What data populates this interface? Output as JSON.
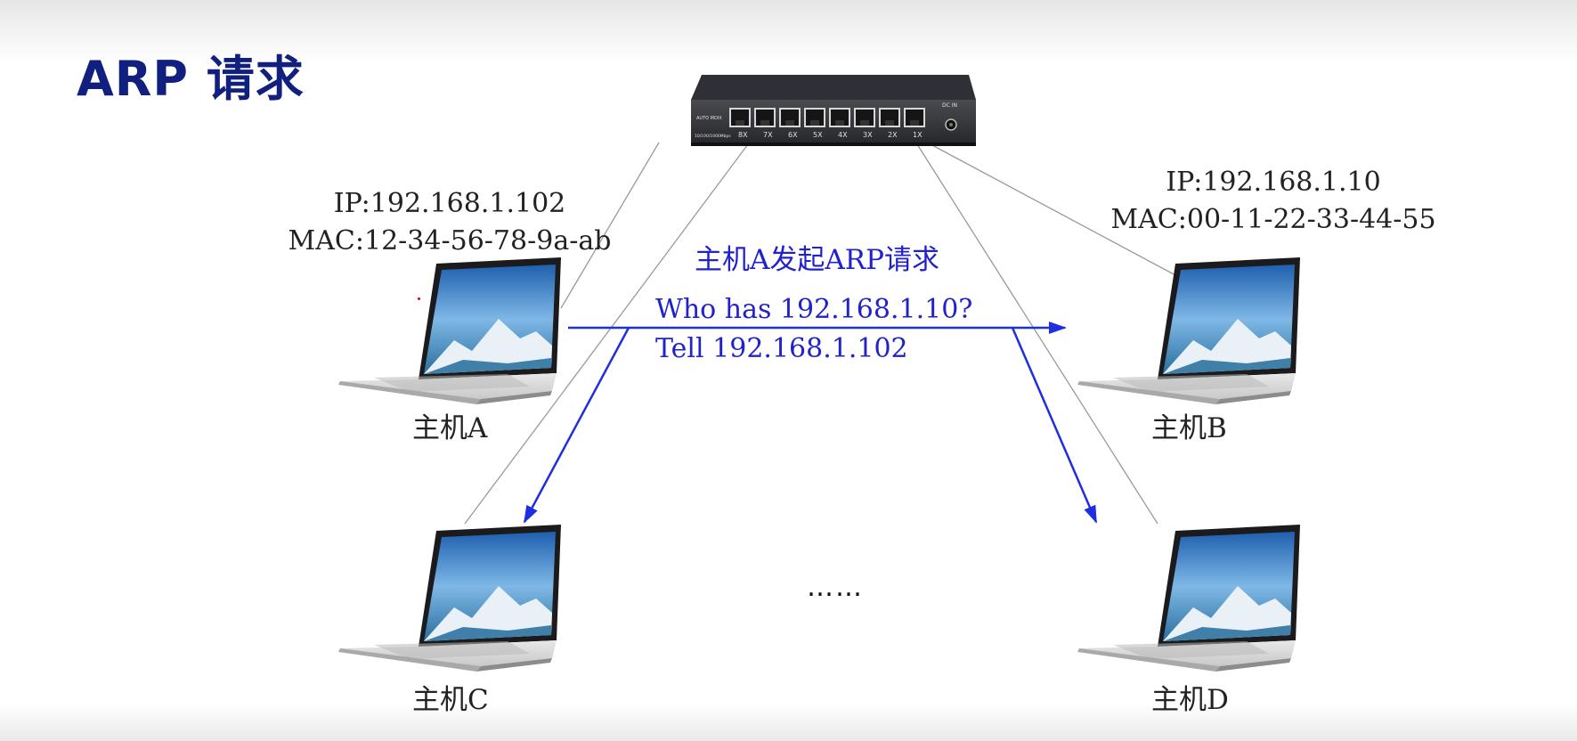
{
  "title": "ARP 请求",
  "switch": {
    "brand_text": "AUTO MDIX",
    "speed_text": "10/100/1000Mbps",
    "power_text": "DC IN",
    "ports": [
      "8X",
      "7X",
      "6X",
      "5X",
      "4X",
      "3X",
      "2X",
      "1X"
    ]
  },
  "hosts": {
    "a": {
      "label": "主机A",
      "ip": "IP:192.168.1.102",
      "mac": "MAC:12-34-56-78-9a-ab"
    },
    "b": {
      "label": "主机B",
      "ip": "IP:192.168.1.10",
      "mac": "MAC:00-11-22-33-44-55"
    },
    "c": {
      "label": "主机C"
    },
    "d": {
      "label": "主机D"
    }
  },
  "message": {
    "heading": "主机A发起ARP请求",
    "line1": "Who has 192.168.1.10?",
    "line2": "Tell 192.168.1.102"
  },
  "ellipsis": "……",
  "colors": {
    "title": "#11207e",
    "arrow": "#1e2ee0",
    "message": "#2222cc",
    "cable": "#9a9a9a"
  }
}
